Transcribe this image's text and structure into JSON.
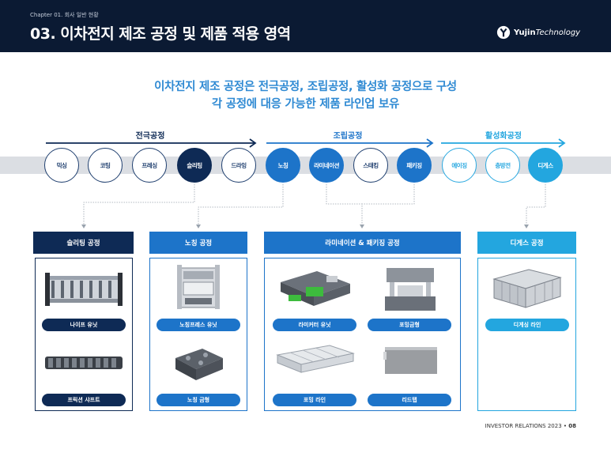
{
  "header": {
    "chapter": "Chapter 01. 회사 일반 현황",
    "title": "03. 이차전지 제조 공정 및 제품 적용 영역",
    "logo_brand": "Yujin",
    "logo_suffix": "Technology"
  },
  "headline": {
    "line1": "이차전지 제조 공정은 전극공정, 조립공정, 활성화 공정으로 구성",
    "line2": "각 공정에 대응 가능한 제품 라인업 보유"
  },
  "stages": [
    {
      "label": "전극공정",
      "color": "#0e2a55"
    },
    {
      "label": "조립공정",
      "color": "#1d74c9"
    },
    {
      "label": "활성화공정",
      "color": "#23a6df"
    }
  ],
  "steps": [
    {
      "label": "믹싱",
      "style": "white"
    },
    {
      "label": "코팅",
      "style": "white"
    },
    {
      "label": "프레싱",
      "style": "white"
    },
    {
      "label": "슬리팅",
      "style": "dark"
    },
    {
      "label": "드라잉",
      "style": "white"
    },
    {
      "label": "노칭",
      "style": "blue"
    },
    {
      "label": "라미네이션",
      "style": "blue"
    },
    {
      "label": "스태킹",
      "style": "white"
    },
    {
      "label": "패키징",
      "style": "blue"
    },
    {
      "label": "에이징",
      "style": "white2"
    },
    {
      "label": "충방전",
      "style": "white2"
    },
    {
      "label": "디게스",
      "style": "cyan"
    }
  ],
  "panels": [
    {
      "title": "슬리팅 공정",
      "items": [
        "나이프 유닛",
        "프릭션 샤프트"
      ]
    },
    {
      "title": "노칭 공정",
      "items": [
        "노칭프레스 유닛",
        "노칭 금형"
      ]
    },
    {
      "title": "라미네이션 & 패키징 공정",
      "items": [
        "라미커터 유닛",
        "포밍금형",
        "포밍 라인",
        "리드탭"
      ]
    },
    {
      "title": "디게스 공정",
      "items": [
        "디게싱 라인"
      ]
    }
  ],
  "colors": {
    "navy": "#0b1a33",
    "dark_blue": "#0e2a55",
    "blue": "#1d74c9",
    "cyan": "#23a6df",
    "headline": "#2f8ad3"
  },
  "footer": {
    "text": "INVESTOR RELATIONS 2023",
    "page": "08"
  }
}
